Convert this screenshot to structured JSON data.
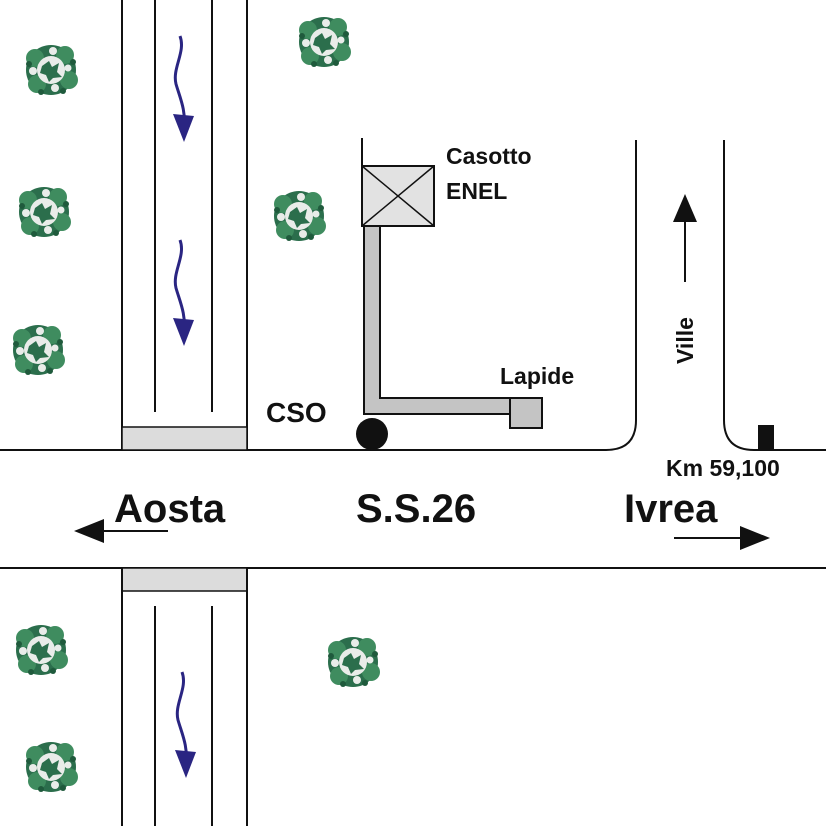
{
  "labels": {
    "casotto_line1": "Casotto",
    "casotto_line2": "ENEL",
    "lapide": "Lapide",
    "cso": "CSO",
    "aosta": "Aosta",
    "road": "S.S.26",
    "ivrea": "Ivrea",
    "ville": "Ville",
    "km": "Km 59,100"
  },
  "colors": {
    "line": "#111111",
    "water_arrow": "#2a2582",
    "pipe_fill": "#c4c4c4",
    "box_fill": "#e2e2e2",
    "bridge_fill": "#dcdcdc",
    "tree_dark": "#2b6e4c",
    "tree_mid": "#3f8c5f",
    "tree_light": "#e9ece9"
  },
  "icons": {
    "tree": "shrub-icon",
    "water_flow": "wavy-arrow-icon",
    "cso_point": "filled-circle-icon",
    "km_marker": "milestone-icon",
    "building": "crossed-box-icon"
  }
}
